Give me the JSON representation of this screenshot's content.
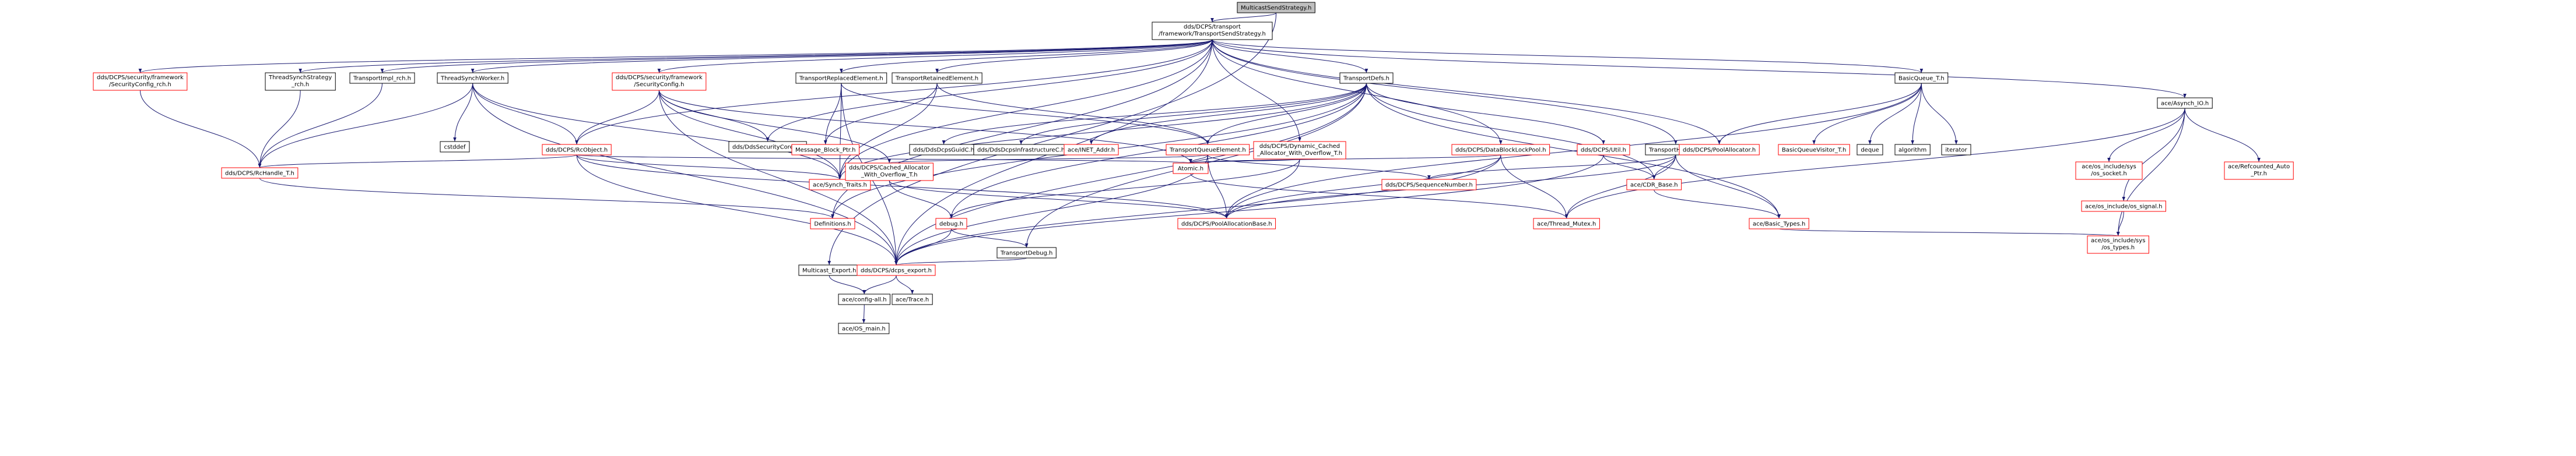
{
  "graph": {
    "root": "MulticastSendStrategy.h",
    "nodes": [
      {
        "id": "msh",
        "lines": [
          "MulticastSendStrategy.h"
        ],
        "style": "root"
      },
      {
        "id": "tss",
        "lines": [
          "dds/DCPS/transport",
          "/framework/TransportSendStrategy.h"
        ],
        "style": "black"
      },
      {
        "id": "scrch",
        "lines": [
          "dds/DCPS/security/framework",
          "/SecurityConfig_rch.h"
        ],
        "style": "red"
      },
      {
        "id": "tsrch",
        "lines": [
          "ThreadSynchStrategy",
          "_rch.h"
        ],
        "style": "black"
      },
      {
        "id": "tirch",
        "lines": [
          "TransportImpl_rch.h"
        ],
        "style": "black"
      },
      {
        "id": "tsw",
        "lines": [
          "ThreadSynchWorker.h"
        ],
        "style": "black"
      },
      {
        "id": "sc",
        "lines": [
          "dds/DCPS/security/framework",
          "/SecurityConfig.h"
        ],
        "style": "red"
      },
      {
        "id": "tre",
        "lines": [
          "TransportReplacedElement.h"
        ],
        "style": "black"
      },
      {
        "id": "tret",
        "lines": [
          "TransportRetainedElement.h"
        ],
        "style": "black"
      },
      {
        "id": "tdefs",
        "lines": [
          "TransportDefs.h"
        ],
        "style": "black"
      },
      {
        "id": "bqt",
        "lines": [
          "BasicQueue_T.h"
        ],
        "style": "black"
      },
      {
        "id": "aio",
        "lines": [
          "ace/Asynch_IO.h"
        ],
        "style": "black"
      },
      {
        "id": "rch",
        "lines": [
          "dds/DCPS/RcHandle_T.h"
        ],
        "style": "red"
      },
      {
        "id": "cstd",
        "lines": [
          "cstddef"
        ],
        "style": "black"
      },
      {
        "id": "rco",
        "lines": [
          "dds/DCPS/RcObject.h"
        ],
        "style": "red"
      },
      {
        "id": "dsc",
        "lines": [
          "dds/DdsSecurityCoreC.h"
        ],
        "style": "black"
      },
      {
        "id": "mbp",
        "lines": [
          "Message_Block_Ptr.h"
        ],
        "style": "red"
      },
      {
        "id": "st",
        "lines": [
          "ace/Synch_Traits.h"
        ],
        "style": "red"
      },
      {
        "id": "guid",
        "lines": [
          "dds/DdsDcpsGuidC.h"
        ],
        "style": "black"
      },
      {
        "id": "infra",
        "lines": [
          "dds/DdsDcpsInfrastructureC.h"
        ],
        "style": "black"
      },
      {
        "id": "inet",
        "lines": [
          "ace/INET_Addr.h"
        ],
        "style": "red"
      },
      {
        "id": "tqe",
        "lines": [
          "TransportQueueElement.h"
        ],
        "style": "red"
      },
      {
        "id": "dca",
        "lines": [
          "dds/DCPS/Dynamic_Cached",
          "_Allocator_With_Overflow_T.h"
        ],
        "style": "red"
      },
      {
        "id": "dblp",
        "lines": [
          "dds/DCPS/DataBlockLockPool.h"
        ],
        "style": "red"
      },
      {
        "id": "util",
        "lines": [
          "dds/DCPS/Util.h"
        ],
        "style": "red"
      },
      {
        "id": "th",
        "lines": [
          "TransportHeader.h"
        ],
        "style": "black"
      },
      {
        "id": "pa",
        "lines": [
          "dds/DCPS/PoolAllocator.h"
        ],
        "style": "red"
      },
      {
        "id": "bqv",
        "lines": [
          "BasicQueueVisitor_T.h"
        ],
        "style": "red"
      },
      {
        "id": "deque",
        "lines": [
          "deque"
        ],
        "style": "black"
      },
      {
        "id": "algo",
        "lines": [
          "algorithm"
        ],
        "style": "black"
      },
      {
        "id": "iter",
        "lines": [
          "iterator"
        ],
        "style": "black"
      },
      {
        "id": "oss",
        "lines": [
          "ace/os_include/sys",
          "/os_socket.h"
        ],
        "style": "red"
      },
      {
        "id": "rap",
        "lines": [
          "ace/Refcounted_Auto",
          "_Ptr.h"
        ],
        "style": "red"
      },
      {
        "id": "cao",
        "lines": [
          "dds/DCPS/Cached_Allocator",
          "_With_Overflow_T.h"
        ],
        "style": "red"
      },
      {
        "id": "atomic",
        "lines": [
          "Atomic.h"
        ],
        "style": "red"
      },
      {
        "id": "seqn",
        "lines": [
          "dds/DCPS/SequenceNumber.h"
        ],
        "style": "red"
      },
      {
        "id": "cdr",
        "lines": [
          "ace/CDR_Base.h"
        ],
        "style": "red"
      },
      {
        "id": "ossig",
        "lines": [
          "ace/os_include/os_signal.h"
        ],
        "style": "red"
      },
      {
        "id": "defs",
        "lines": [
          "Definitions.h"
        ],
        "style": "red"
      },
      {
        "id": "debug",
        "lines": [
          "debug.h"
        ],
        "style": "red"
      },
      {
        "id": "pab",
        "lines": [
          "dds/DCPS/PoolAllocationBase.h"
        ],
        "style": "red"
      },
      {
        "id": "tmx",
        "lines": [
          "ace/Thread_Mutex.h"
        ],
        "style": "red"
      },
      {
        "id": "bt",
        "lines": [
          "ace/Basic_Types.h"
        ],
        "style": "red"
      },
      {
        "id": "tdbg",
        "lines": [
          "TransportDebug.h"
        ],
        "style": "black"
      },
      {
        "id": "ost",
        "lines": [
          "ace/os_include/sys",
          "/os_types.h"
        ],
        "style": "red"
      },
      {
        "id": "mce",
        "lines": [
          "Multicast_Export.h"
        ],
        "style": "black"
      },
      {
        "id": "dex",
        "lines": [
          "dds/DCPS/dcps_export.h"
        ],
        "style": "red"
      },
      {
        "id": "cfg",
        "lines": [
          "ace/config-all.h"
        ],
        "style": "black"
      },
      {
        "id": "trace",
        "lines": [
          "ace/Trace.h"
        ],
        "style": "black"
      },
      {
        "id": "osm",
        "lines": [
          "ace/OS_main.h"
        ],
        "style": "black"
      }
    ],
    "edges": [
      [
        "msh",
        "tss"
      ],
      [
        "msh",
        "mce"
      ],
      [
        "tss",
        "scrch"
      ],
      [
        "tss",
        "tsrch"
      ],
      [
        "tss",
        "tirch"
      ],
      [
        "tss",
        "tsw"
      ],
      [
        "tss",
        "sc"
      ],
      [
        "tss",
        "tre"
      ],
      [
        "tss",
        "tret"
      ],
      [
        "tss",
        "tdefs"
      ],
      [
        "tss",
        "bqt"
      ],
      [
        "tss",
        "aio"
      ],
      [
        "tss",
        "dsc"
      ],
      [
        "tss",
        "st"
      ],
      [
        "tss",
        "pa"
      ],
      [
        "tss",
        "dex"
      ],
      [
        "tss",
        "dblp"
      ],
      [
        "tss",
        "dca"
      ],
      [
        "tss",
        "rco"
      ],
      [
        "tss",
        "defs"
      ],
      [
        "tss",
        "th"
      ],
      [
        "scrch",
        "rch"
      ],
      [
        "tsrch",
        "rch"
      ],
      [
        "tirch",
        "rch"
      ],
      [
        "tsw",
        "rch"
      ],
      [
        "tsw",
        "cstd"
      ],
      [
        "tsw",
        "rco"
      ],
      [
        "tsw",
        "dex"
      ],
      [
        "tsw",
        "st"
      ],
      [
        "sc",
        "rco"
      ],
      [
        "sc",
        "dsc"
      ],
      [
        "sc",
        "st"
      ],
      [
        "sc",
        "dex"
      ],
      [
        "sc",
        "cao"
      ],
      [
        "sc",
        "atomic"
      ],
      [
        "tre",
        "mbp"
      ],
      [
        "tre",
        "st"
      ],
      [
        "tre",
        "dex"
      ],
      [
        "tre",
        "tqe"
      ],
      [
        "tret",
        "mbp"
      ],
      [
        "tret",
        "st"
      ],
      [
        "tret",
        "tqe"
      ],
      [
        "tdefs",
        "st"
      ],
      [
        "tdefs",
        "guid"
      ],
      [
        "tdefs",
        "infra"
      ],
      [
        "tdefs",
        "inet"
      ],
      [
        "tdefs",
        "tqe"
      ],
      [
        "tdefs",
        "util"
      ],
      [
        "tdefs",
        "cdr"
      ],
      [
        "tdefs",
        "bt"
      ],
      [
        "tdefs",
        "debug"
      ],
      [
        "tdefs",
        "tdbg"
      ],
      [
        "tdefs",
        "defs"
      ],
      [
        "tdefs",
        "dex"
      ],
      [
        "bqt",
        "bqv"
      ],
      [
        "bqt",
        "deque"
      ],
      [
        "bqt",
        "algo"
      ],
      [
        "bqt",
        "iter"
      ],
      [
        "bqt",
        "pa"
      ],
      [
        "bqt",
        "pab"
      ],
      [
        "aio",
        "oss"
      ],
      [
        "aio",
        "rap"
      ],
      [
        "aio",
        "ossig"
      ],
      [
        "aio",
        "ost"
      ],
      [
        "aio",
        "tmx"
      ],
      [
        "rch",
        "defs"
      ],
      [
        "rco",
        "rch"
      ],
      [
        "rco",
        "st"
      ],
      [
        "rco",
        "atomic"
      ],
      [
        "rco",
        "pab"
      ],
      [
        "rco",
        "dex"
      ],
      [
        "tqe",
        "atomic"
      ],
      [
        "tqe",
        "seqn"
      ],
      [
        "tqe",
        "pab"
      ],
      [
        "tqe",
        "cao"
      ],
      [
        "tqe",
        "dex"
      ],
      [
        "dca",
        "atomic"
      ],
      [
        "dca",
        "pab"
      ],
      [
        "dca",
        "debug"
      ],
      [
        "dblp",
        "atomic"
      ],
      [
        "dblp",
        "tmx"
      ],
      [
        "dblp",
        "pab"
      ],
      [
        "dblp",
        "dex"
      ],
      [
        "util",
        "cdr"
      ],
      [
        "util",
        "dex"
      ],
      [
        "th",
        "cdr"
      ],
      [
        "th",
        "seqn"
      ],
      [
        "th",
        "bt"
      ],
      [
        "th",
        "pab"
      ],
      [
        "th",
        "tmx"
      ],
      [
        "cao",
        "debug"
      ],
      [
        "cao",
        "pab"
      ],
      [
        "atomic",
        "tmx"
      ],
      [
        "cdr",
        "bt"
      ],
      [
        "ossig",
        "ost"
      ],
      [
        "bt",
        "ost"
      ],
      [
        "debug",
        "tdbg"
      ],
      [
        "debug",
        "dex"
      ],
      [
        "tdbg",
        "dex"
      ],
      [
        "mce",
        "dex"
      ],
      [
        "mce",
        "cfg"
      ],
      [
        "dex",
        "cfg"
      ],
      [
        "dex",
        "trace"
      ],
      [
        "cfg",
        "osm"
      ]
    ]
  }
}
